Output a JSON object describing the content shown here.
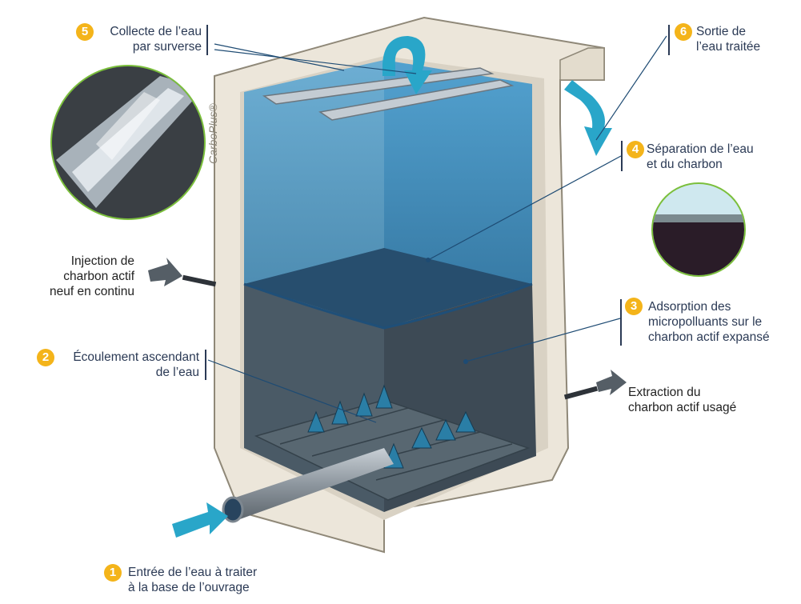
{
  "brand": "CarboPlus®",
  "colors": {
    "accent": "#f4b41a",
    "arrow": "#29a6c9",
    "text": "#2b3a55",
    "water": "#3b8fc4",
    "carbon": "#3d4a55"
  },
  "steps": [
    {
      "number": "1",
      "line1": "Entrée de l’eau à traiter",
      "line2": "à la base de l’ouvrage"
    },
    {
      "number": "2",
      "line1": "Écoulement ascendant",
      "line2": "de l’eau"
    },
    {
      "number": "3",
      "line1": "Adsorption des",
      "line2": "micropolluants sur le",
      "line3": "charbon actif expansé"
    },
    {
      "number": "4",
      "line1": "Séparation de l’eau",
      "line2": "et du charbon"
    },
    {
      "number": "5",
      "line1": "Collecte de l’eau",
      "line2": "par surverse"
    },
    {
      "number": "6",
      "line1": "Sortie de",
      "line2": "l’eau traitée"
    }
  ],
  "injection": {
    "line1": "Injection de",
    "line2": "charbon actif",
    "line3": "neuf en continu"
  },
  "extraction": {
    "line1": "Extraction du",
    "line2": "charbon actif usagé"
  }
}
